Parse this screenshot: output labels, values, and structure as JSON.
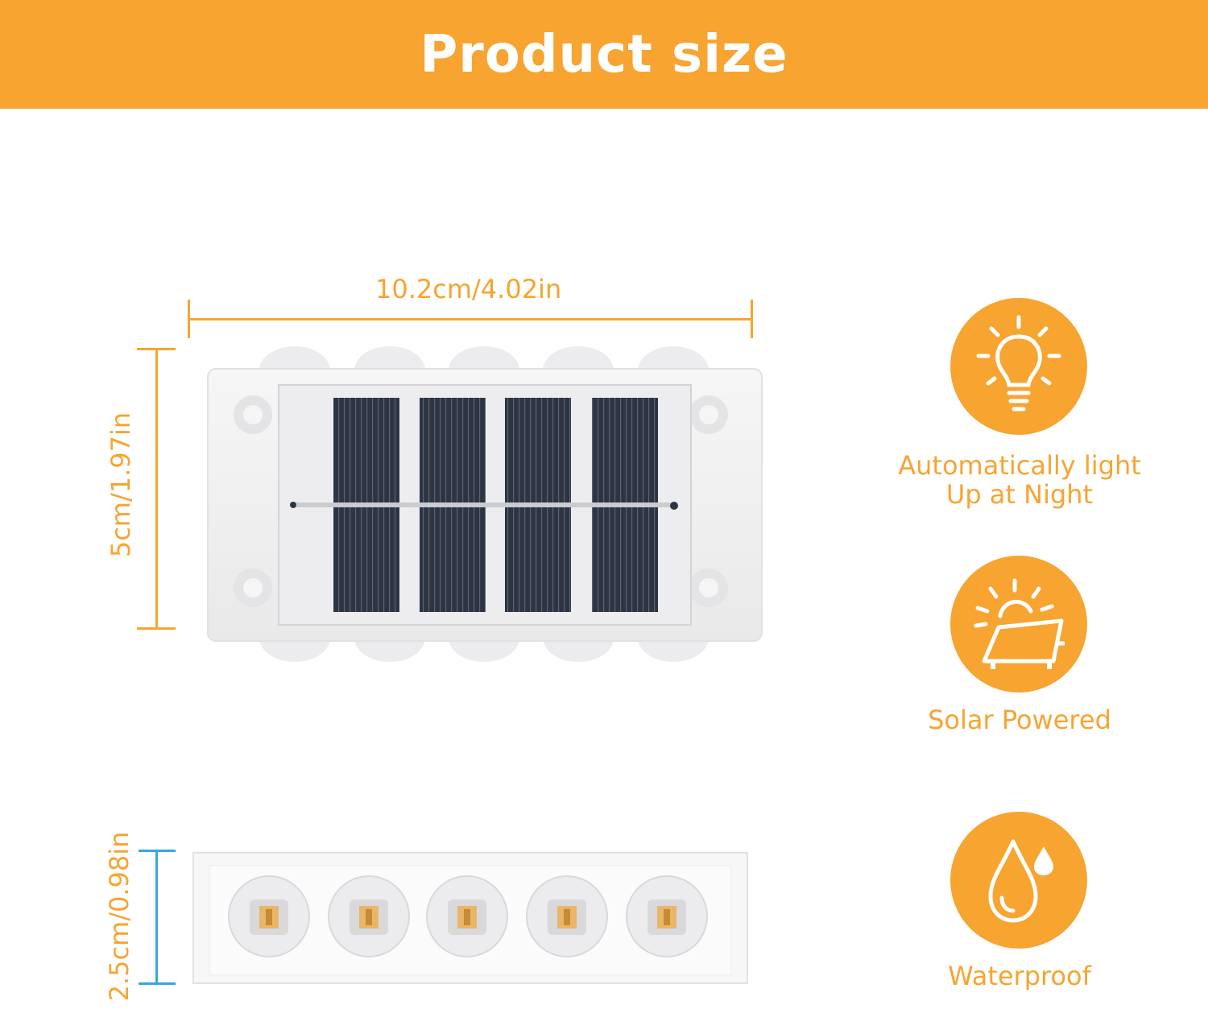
{
  "header": {
    "title": "Product size"
  },
  "dimensions": {
    "width": "10.2cm/4.02in",
    "height": "5cm/1.97in",
    "depth": "2.5cm/0.98in"
  },
  "features": [
    {
      "icon": "light-bulb-icon",
      "line1": "Automatically light",
      "line2": "Up at Night"
    },
    {
      "icon": "solar-panel-icon",
      "line1": "Solar Powered"
    },
    {
      "icon": "water-drop-icon",
      "line1": "Waterproof"
    }
  ],
  "colors": {
    "accent": "#f7a431",
    "dimension_blue": "#35a8e0",
    "panel": "#2b3240"
  }
}
